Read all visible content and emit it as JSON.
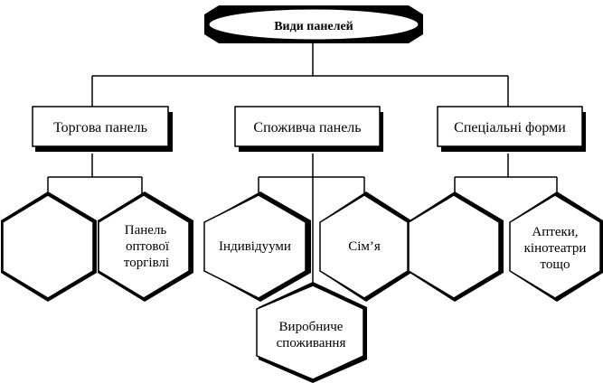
{
  "root": {
    "label": "Види панелей"
  },
  "categories": [
    {
      "label": "Торгова панель"
    },
    {
      "label": "Споживча панель"
    },
    {
      "label": "Спеціальні форми"
    }
  ],
  "leaves": {
    "torg_empty": {
      "lines": []
    },
    "torg_wholesale": {
      "lines": [
        "Панель",
        "оптової",
        "торгівлі"
      ]
    },
    "spozh_individuals": {
      "lines": [
        "Індивідууми"
      ]
    },
    "spozh_family": {
      "lines": [
        "Сім’я"
      ]
    },
    "spozh_production": {
      "lines": [
        "Виробниче",
        "споживання"
      ]
    },
    "spec_empty": {
      "lines": []
    },
    "spec_pharmacies": {
      "lines": [
        "Аптеки,",
        "кінотеатри",
        "тощо"
      ]
    }
  }
}
